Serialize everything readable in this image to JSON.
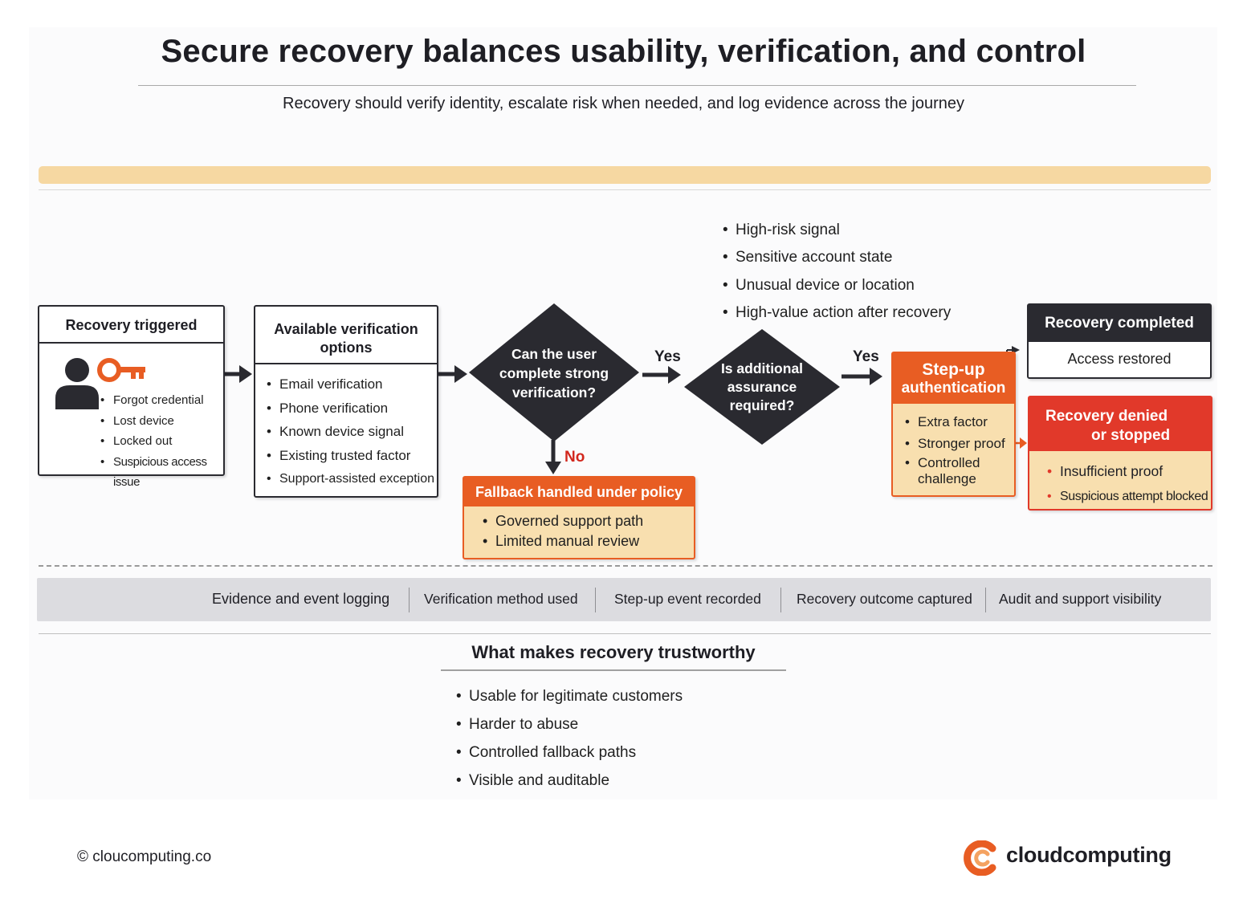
{
  "title": "Secure recovery balances usability, verification, and control",
  "subtitle": "Recovery should verify identity, escalate risk when needed, and log evidence across the journey",
  "triggered": {
    "heading": "Recovery triggered",
    "items": [
      "Forgot credential",
      "Lost device",
      "Locked out",
      "Suspicious access issue"
    ]
  },
  "options": {
    "heading": "Available verification options",
    "items": [
      "Email verification",
      "Phone verification",
      "Known device signal",
      "Existing trusted factor",
      "Support-assisted exception"
    ]
  },
  "decision1": {
    "lines": [
      "Can the user",
      "complete strong",
      "verification?"
    ],
    "yes_label": "Yes",
    "no_label": "No"
  },
  "fallback": {
    "heading": "Fallback handled under policy",
    "items": [
      "Governed support path",
      "Limited manual review"
    ]
  },
  "risk_signals": [
    "High-risk signal",
    "Sensitive account state",
    "Unusual device or location",
    "High-value action after recovery"
  ],
  "decision2": {
    "lines": [
      "Is additional",
      "assurance",
      "required?"
    ],
    "yes_label": "Yes"
  },
  "stepup": {
    "heading_lines": [
      "Step-up",
      "authentication"
    ],
    "items": [
      "Extra factor",
      "Stronger proof",
      "Controlled challenge"
    ]
  },
  "completed": {
    "heading": "Recovery completed",
    "body": "Access restored"
  },
  "denied": {
    "heading_lines": [
      "Recovery denied",
      "or stopped"
    ],
    "items": [
      "Insufficient proof",
      "Suspicious attempt blocked"
    ]
  },
  "logging": [
    "Evidence and event logging",
    "Verification method used",
    "Step-up event recorded",
    "Recovery outcome captured",
    "Audit and support visibility"
  ],
  "trust": {
    "heading": "What makes recovery trustworthy",
    "items": [
      "Usable for legitimate customers",
      "Harder to abuse",
      "Controlled fallback paths",
      "Visible and auditable"
    ]
  },
  "footer": {
    "copyright": "© cloucomputing.co",
    "brand": "cloudcomputing"
  },
  "colors": {
    "dark": "#2a2a30",
    "orange": "#e85d23",
    "red": "#e1392a",
    "peach": "#f8dfaf",
    "banner": "#f6d8a2",
    "log_bar": "#dcdce0"
  },
  "icons": [
    "user-icon",
    "key-icon",
    "arrow-right-icon",
    "arrow-down-icon",
    "brand-logo-icon"
  ]
}
